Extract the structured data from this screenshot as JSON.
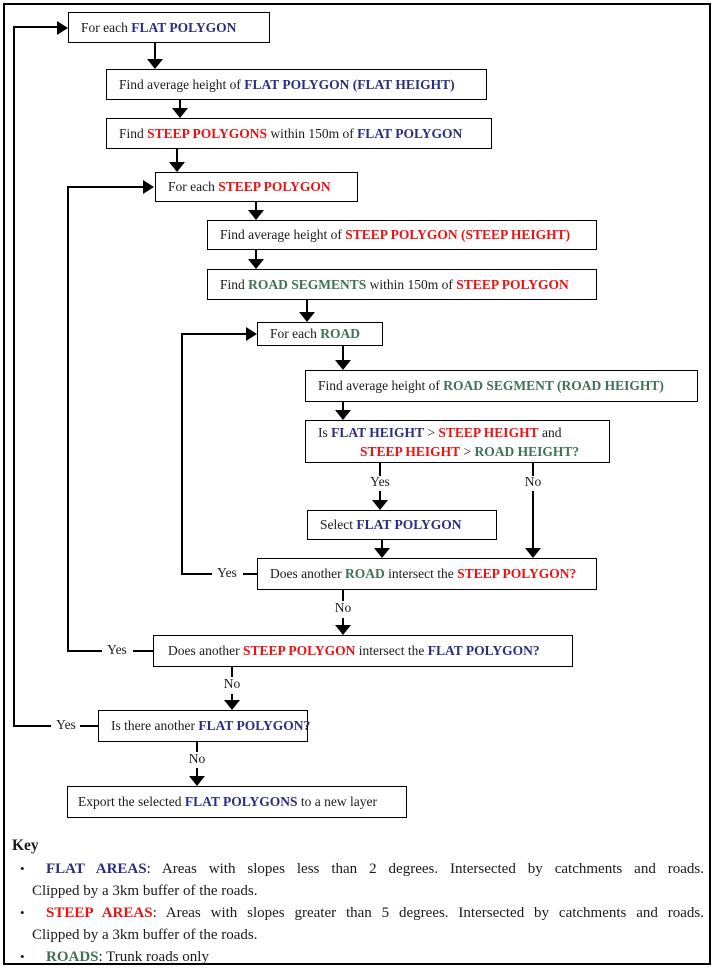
{
  "colors": {
    "flat": "#2b2e80",
    "steep": "#ee1111",
    "road": "#3e7157",
    "line": "#000000"
  },
  "boxes": {
    "b1": [
      {
        "t": "For each ",
        "c": "k"
      },
      {
        "t": "FLAT POLYGON",
        "c": "b"
      }
    ],
    "b2": [
      {
        "t": "Find average height of ",
        "c": "k"
      },
      {
        "t": "FLAT POLYGON (FLAT HEIGHT)",
        "c": "b"
      }
    ],
    "b3": [
      {
        "t": "Find ",
        "c": "k"
      },
      {
        "t": "STEEP POLYGONS",
        "c": "r"
      },
      {
        "t": " within 150m of ",
        "c": "k"
      },
      {
        "t": "FLAT POLYGON",
        "c": "b"
      }
    ],
    "b4": [
      {
        "t": "For each ",
        "c": "k"
      },
      {
        "t": "STEEP POLYGON",
        "c": "r"
      }
    ],
    "b5": [
      {
        "t": "Find average height of ",
        "c": "k"
      },
      {
        "t": "STEEP POLYGON (STEEP HEIGHT)",
        "c": "r"
      }
    ],
    "b6": [
      {
        "t": "Find ",
        "c": "k"
      },
      {
        "t": "ROAD SEGMENTS",
        "c": "g"
      },
      {
        "t": " within 150m of ",
        "c": "k"
      },
      {
        "t": "STEEP POLYGON",
        "c": "r"
      }
    ],
    "b7": [
      {
        "t": "For each ",
        "c": "k"
      },
      {
        "t": "ROAD",
        "c": "g"
      }
    ],
    "b8": [
      {
        "t": "Find average height of ",
        "c": "k"
      },
      {
        "t": "ROAD SEGMENT (ROAD HEIGHT)",
        "c": "g"
      }
    ],
    "b9": [
      {
        "t": "Is ",
        "c": "k"
      },
      {
        "t": "FLAT HEIGHT",
        "c": "b"
      },
      {
        "t": " > ",
        "c": "k"
      },
      {
        "t": "STEEP HEIGHT",
        "c": "r"
      },
      {
        "t": " and",
        "c": "k"
      },
      {
        "c": "br"
      },
      {
        "c": "sp"
      },
      {
        "t": "STEEP HEIGHT",
        "c": "r"
      },
      {
        "t": " > ",
        "c": "k"
      },
      {
        "t": "ROAD HEIGHT?",
        "c": "g"
      }
    ],
    "bs": [
      {
        "t": "Select ",
        "c": "k"
      },
      {
        "t": "FLAT POLYGON",
        "c": "b"
      }
    ],
    "b10": [
      {
        "t": "Does another ",
        "c": "k"
      },
      {
        "t": "ROAD",
        "c": "g"
      },
      {
        "t": " intersect the ",
        "c": "k"
      },
      {
        "t": "STEEP POLYGON?",
        "c": "r"
      }
    ],
    "b11": [
      {
        "t": "Does another ",
        "c": "k"
      },
      {
        "t": "STEEP POLYGON",
        "c": "r"
      },
      {
        "t": " intersect the ",
        "c": "k"
      },
      {
        "t": "FLAT POLYGON?",
        "c": "b"
      }
    ],
    "b12": [
      {
        "t": "Is there another ",
        "c": "k"
      },
      {
        "t": "FLAT POLYGON?",
        "c": "b"
      }
    ],
    "b13": [
      {
        "t": "Export the selected ",
        "c": "k"
      },
      {
        "t": "FLAT POLYGONS",
        "c": "b"
      },
      {
        "t": " to a new layer",
        "c": "k"
      }
    ]
  },
  "labels": {
    "yes": "Yes",
    "no": "No"
  },
  "key": {
    "title": "Key",
    "items": [
      {
        "line1": [
          {
            "t": "FLAT AREAS",
            "c": "b"
          },
          {
            "t": ": Areas with slopes less than 2 degrees. Intersected by catchments and roads.",
            "c": "k"
          }
        ],
        "line2": "Clipped by a 3km buffer of the roads."
      },
      {
        "line1": [
          {
            "t": "STEEP AREAS",
            "c": "r"
          },
          {
            "t": ": Areas with slopes greater than 5 degrees. Intersected by catchments and roads.",
            "c": "k"
          }
        ],
        "line2": "Clipped by a 3km buffer of the roads."
      },
      {
        "line1": [
          {
            "t": "ROADS",
            "c": "g"
          },
          {
            "t": ": Trunk roads only",
            "c": "k"
          }
        ],
        "line2": ""
      }
    ]
  }
}
